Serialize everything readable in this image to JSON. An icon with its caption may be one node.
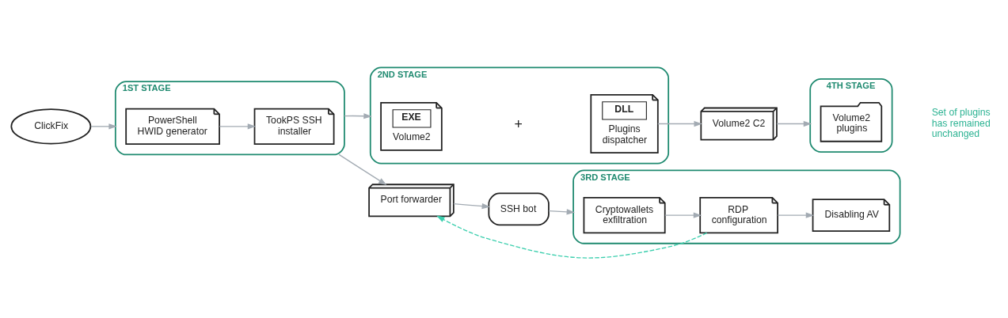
{
  "diagram": {
    "nodes": [
      {
        "text": [
          "ClickFix"
        ]
      },
      {
        "text": [
          "1ST STAGE"
        ]
      },
      {
        "text": [
          "PowerShell HWID generator"
        ],
        "in": 1
      },
      {
        "text": [
          "TookPS SSH installer"
        ],
        "in": 1
      },
      {
        "text": [
          "Port forwarder"
        ]
      },
      {
        "text": [
          "SSH bot"
        ]
      },
      {
        "text": [
          "3RD STAGE"
        ]
      },
      {
        "text": [
          "Cryptowallets exfiltration"
        ],
        "in": 6
      },
      {
        "text": [
          "RDP configuration"
        ],
        "in": 6
      },
      {
        "text": [
          "Disabling AV"
        ],
        "in": 6
      },
      {
        "text": [
          "2ND STAGE"
        ]
      },
      {
        "text": [
          "EXE",
          "Volume2"
        ],
        "in": 10
      },
      {
        "text": [
          "DLL",
          "Plugins dispatcher"
        ],
        "in": 10
      },
      {
        "text": [
          "Volume2 C2"
        ]
      },
      {
        "text": [
          "4TH STAGE"
        ]
      },
      {
        "text": [
          "Volume2 plugins"
        ],
        "in": 14
      }
    ],
    "edges": [
      {
        "from": 0,
        "to": 1,
        "arrow": "to"
      },
      {
        "from": 2,
        "to": 3,
        "arrow": "to"
      },
      {
        "from": 1,
        "to": 4,
        "arrow": "to"
      },
      {
        "from": 1,
        "to": 10,
        "arrow": "to"
      },
      {
        "from": 4,
        "to": 5,
        "arrow": "to"
      },
      {
        "from": 5,
        "to": 6,
        "arrow": "to"
      },
      {
        "from": 7,
        "to": 8,
        "arrow": "to"
      },
      {
        "from": 8,
        "to": 9,
        "arrow": "to"
      },
      {
        "from": 8,
        "to": 4,
        "arrow": "to",
        "style": "dashed",
        "color": "#3ccfae"
      },
      {
        "from": 12,
        "to": 13,
        "arrow": "to"
      },
      {
        "from": 13,
        "to": 14,
        "arrow": "to"
      }
    ],
    "labels": [
      "+",
      "Set of plugins has remained unchanged"
    ]
  }
}
